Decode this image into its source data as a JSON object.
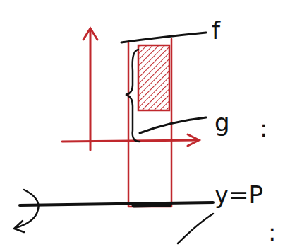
{
  "diagram": {
    "labels": [
      "f",
      "g",
      ":",
      "y=P",
      ":"
    ]
  }
}
